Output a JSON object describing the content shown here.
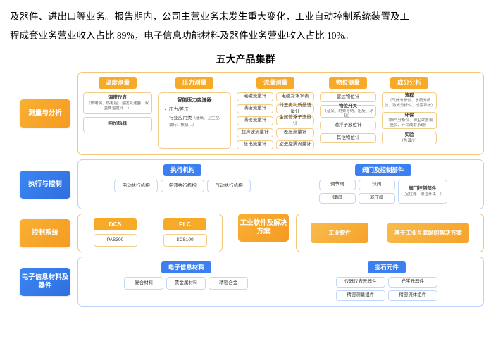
{
  "paragraph": {
    "line1": "及器件、进出口等业务。报告期内，公司主营业务未发生重大变化，工业自动控制系统装置及工",
    "line2": "程成套业务营业收入占比 89%，电子信息功能材料及器件业务营业收入占比 10%。"
  },
  "diagram": {
    "title": "五大产品集群",
    "colors": {
      "orange": "#f7a928",
      "blue": "#3b7ff0",
      "orange_border": "#f2c77a",
      "blue_border": "#bcd3f7"
    },
    "rows": [
      {
        "category": "测量与分析",
        "accent": "orange",
        "groups": [
          {
            "title": "温度测量",
            "accent": "orange",
            "items": [
              {
                "main": "温度仪表",
                "sub": "（热电偶、热电阻、温度变送器、双金属温度计…）"
              },
              {
                "main": "电加热器",
                "sub": ""
              }
            ]
          },
          {
            "title": "压力测量",
            "accent": "orange",
            "bullet_head": "智能压力变送器",
            "bullets": [
              {
                "main": "压力/差压",
                "sub": ""
              },
              {
                "main": "行业应用类",
                "sub": "（造纸、卫生型、油传、核级…）"
              }
            ]
          },
          {
            "title": "流量测量",
            "accent": "orange",
            "columns": [
              [
                "电磁流量计",
                "涡街流量计",
                "涡轮流量计",
                "超声波流量计",
                "椄电流量计"
              ],
              [
                "电磁冷水水表",
                "科里奥利质量流量计",
                "金属管浮子流量计",
                "差压流量计",
                "旋进旋涡流量计"
              ]
            ]
          },
          {
            "title": "物位测量",
            "accent": "orange",
            "items": [
              {
                "main": "雷达物位计",
                "sub": ""
              },
              {
                "main": "物位开关",
                "sub": "（音叉、射频导纳、阻旋、浮球）"
              },
              {
                "main": "磁浮子液位计",
                "sub": ""
              },
              {
                "main": "其他物位计",
                "sub": ""
              }
            ]
          },
          {
            "title": "成分分析",
            "accent": "orange",
            "items": [
              {
                "main": "流程",
                "sub": "（气体分析仪、水质分析仪、激光分析仪、成套系统）"
              },
              {
                "main": "环保",
                "sub": "（烟气分析仪、粉尘浓度测量仪、环保成套系统）"
              },
              {
                "main": "实验",
                "sub": "（色谱仪）"
              }
            ]
          }
        ]
      },
      {
        "category": "执行与控制",
        "accent": "blue",
        "groups": [
          {
            "title": "执行机构",
            "accent": "blue",
            "columns": [
              [
                "电动执行机构"
              ],
              [
                "电液执行机构"
              ],
              [
                "气动执行机构"
              ]
            ]
          },
          {
            "title": "阀门及控制部件",
            "accent": "blue",
            "columns": [
              [
                "调节阀",
                "蝶阀"
              ],
              [
                "球阀",
                "减压阀"
              ]
            ],
            "extra": {
              "main": "阀门控制部件",
              "sub": "（定位器、限位开关…）"
            }
          }
        ]
      },
      {
        "category": "控制系统",
        "accent": "orange",
        "groups": [
          {
            "title": "DCS",
            "accent": "orange",
            "items": [
              {
                "main": "PAS300",
                "sub": ""
              }
            ]
          },
          {
            "title": "PLC",
            "accent": "orange",
            "items": [
              {
                "main": "SCS100",
                "sub": ""
              }
            ]
          }
        ],
        "second_category": "工业软件及解决方案",
        "second_accent": "orange",
        "second_buttons": [
          "工业软件",
          "基于工业互联网的解决方案"
        ]
      },
      {
        "category": "电子信息材料及器件",
        "accent": "blue",
        "groups": [
          {
            "title": "电子信息材料",
            "accent": "blue",
            "columns": [
              [
                "复合材料"
              ],
              [
                "贵金属材料"
              ],
              [
                "精密合金"
              ]
            ]
          },
          {
            "title": "宝石元件",
            "accent": "blue",
            "columns": [
              [
                "仪器仪表元器件",
                "精密测量组件"
              ],
              [
                "光学元器件",
                "精密流体组件"
              ]
            ]
          }
        ]
      }
    ]
  }
}
